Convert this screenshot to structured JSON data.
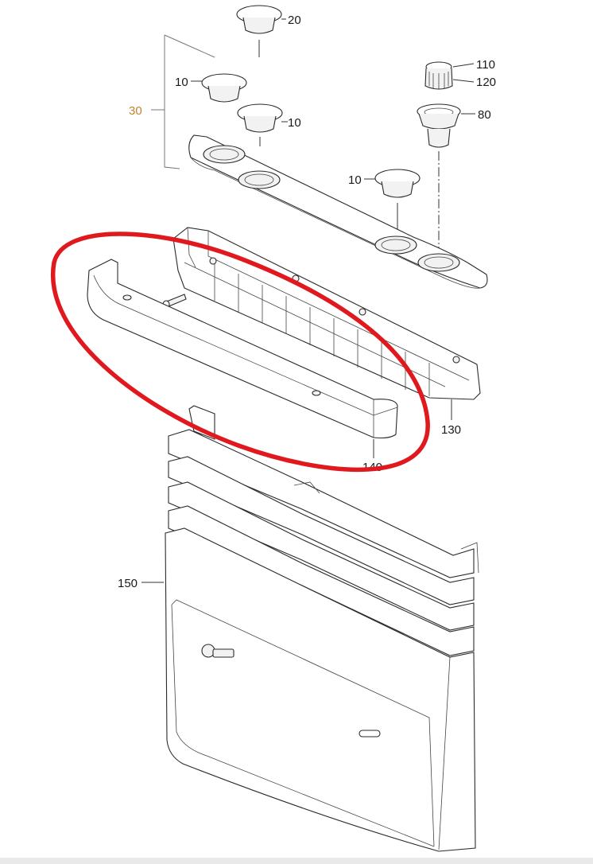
{
  "diagram": {
    "labels": {
      "cap_top": "20",
      "cap_left": "10",
      "cap_mid": "10",
      "cap_right": "10",
      "knob_a": "110",
      "knob_b": "120",
      "knob_base": "80",
      "assembly": "30",
      "bracket": "130",
      "cover_strip": "140",
      "front_panel": "150"
    },
    "colors": {
      "highlight": "#e0191e",
      "assembly_label": "#c5832e",
      "line": "#2a2a2a"
    }
  }
}
